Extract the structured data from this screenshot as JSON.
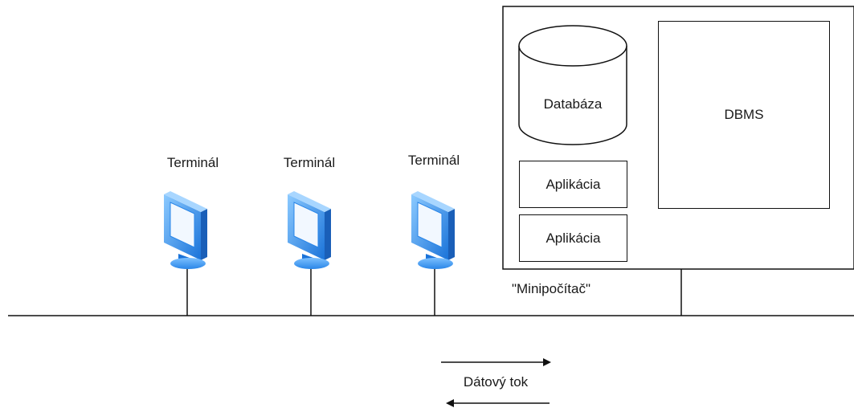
{
  "terminals": [
    {
      "label": "Terminál"
    },
    {
      "label": "Terminál"
    },
    {
      "label": "Terminál"
    }
  ],
  "minicomputer": {
    "label": "\"Minipočítač\"",
    "database_label": "Databáza",
    "dbms_label": "DBMS",
    "applications": [
      {
        "label": "Aplikácia"
      },
      {
        "label": "Aplikácia"
      }
    ]
  },
  "data_flow": {
    "label": "Dátový tok"
  },
  "colors": {
    "monitor_light": "#6fb8ff",
    "monitor_dark": "#1e7be0",
    "monitor_screen": "#f2f8ff",
    "line": "#111111"
  },
  "icons": {
    "terminal": "monitor-icon",
    "database": "cylinder-database-icon",
    "flow_right": "arrow-right-icon",
    "flow_left": "arrow-left-icon"
  }
}
